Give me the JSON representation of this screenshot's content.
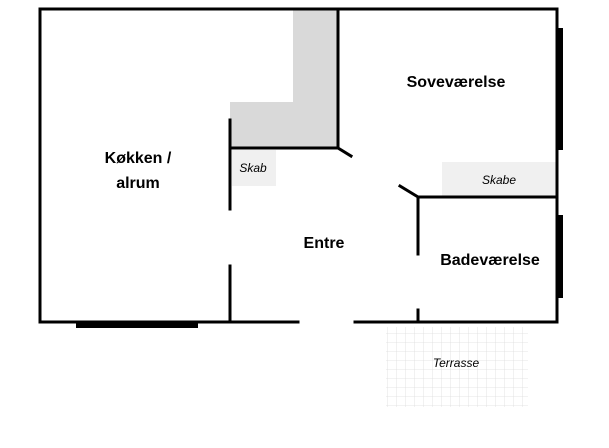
{
  "rooms": {
    "kitchen_line1": "Køkken /",
    "kitchen_line2": "alrum",
    "bedroom": "Soveværelse",
    "hall": "Entre",
    "bathroom": "Badeværelse"
  },
  "closets": {
    "small": "Skab",
    "large": "Skabe"
  },
  "terrace": "Terrasse",
  "colors": {
    "wall": "#000000",
    "shaded_area": "#d9d9d9",
    "closet_fill": "#f0f0f0",
    "terrace_grid": "#dcdcdc"
  }
}
